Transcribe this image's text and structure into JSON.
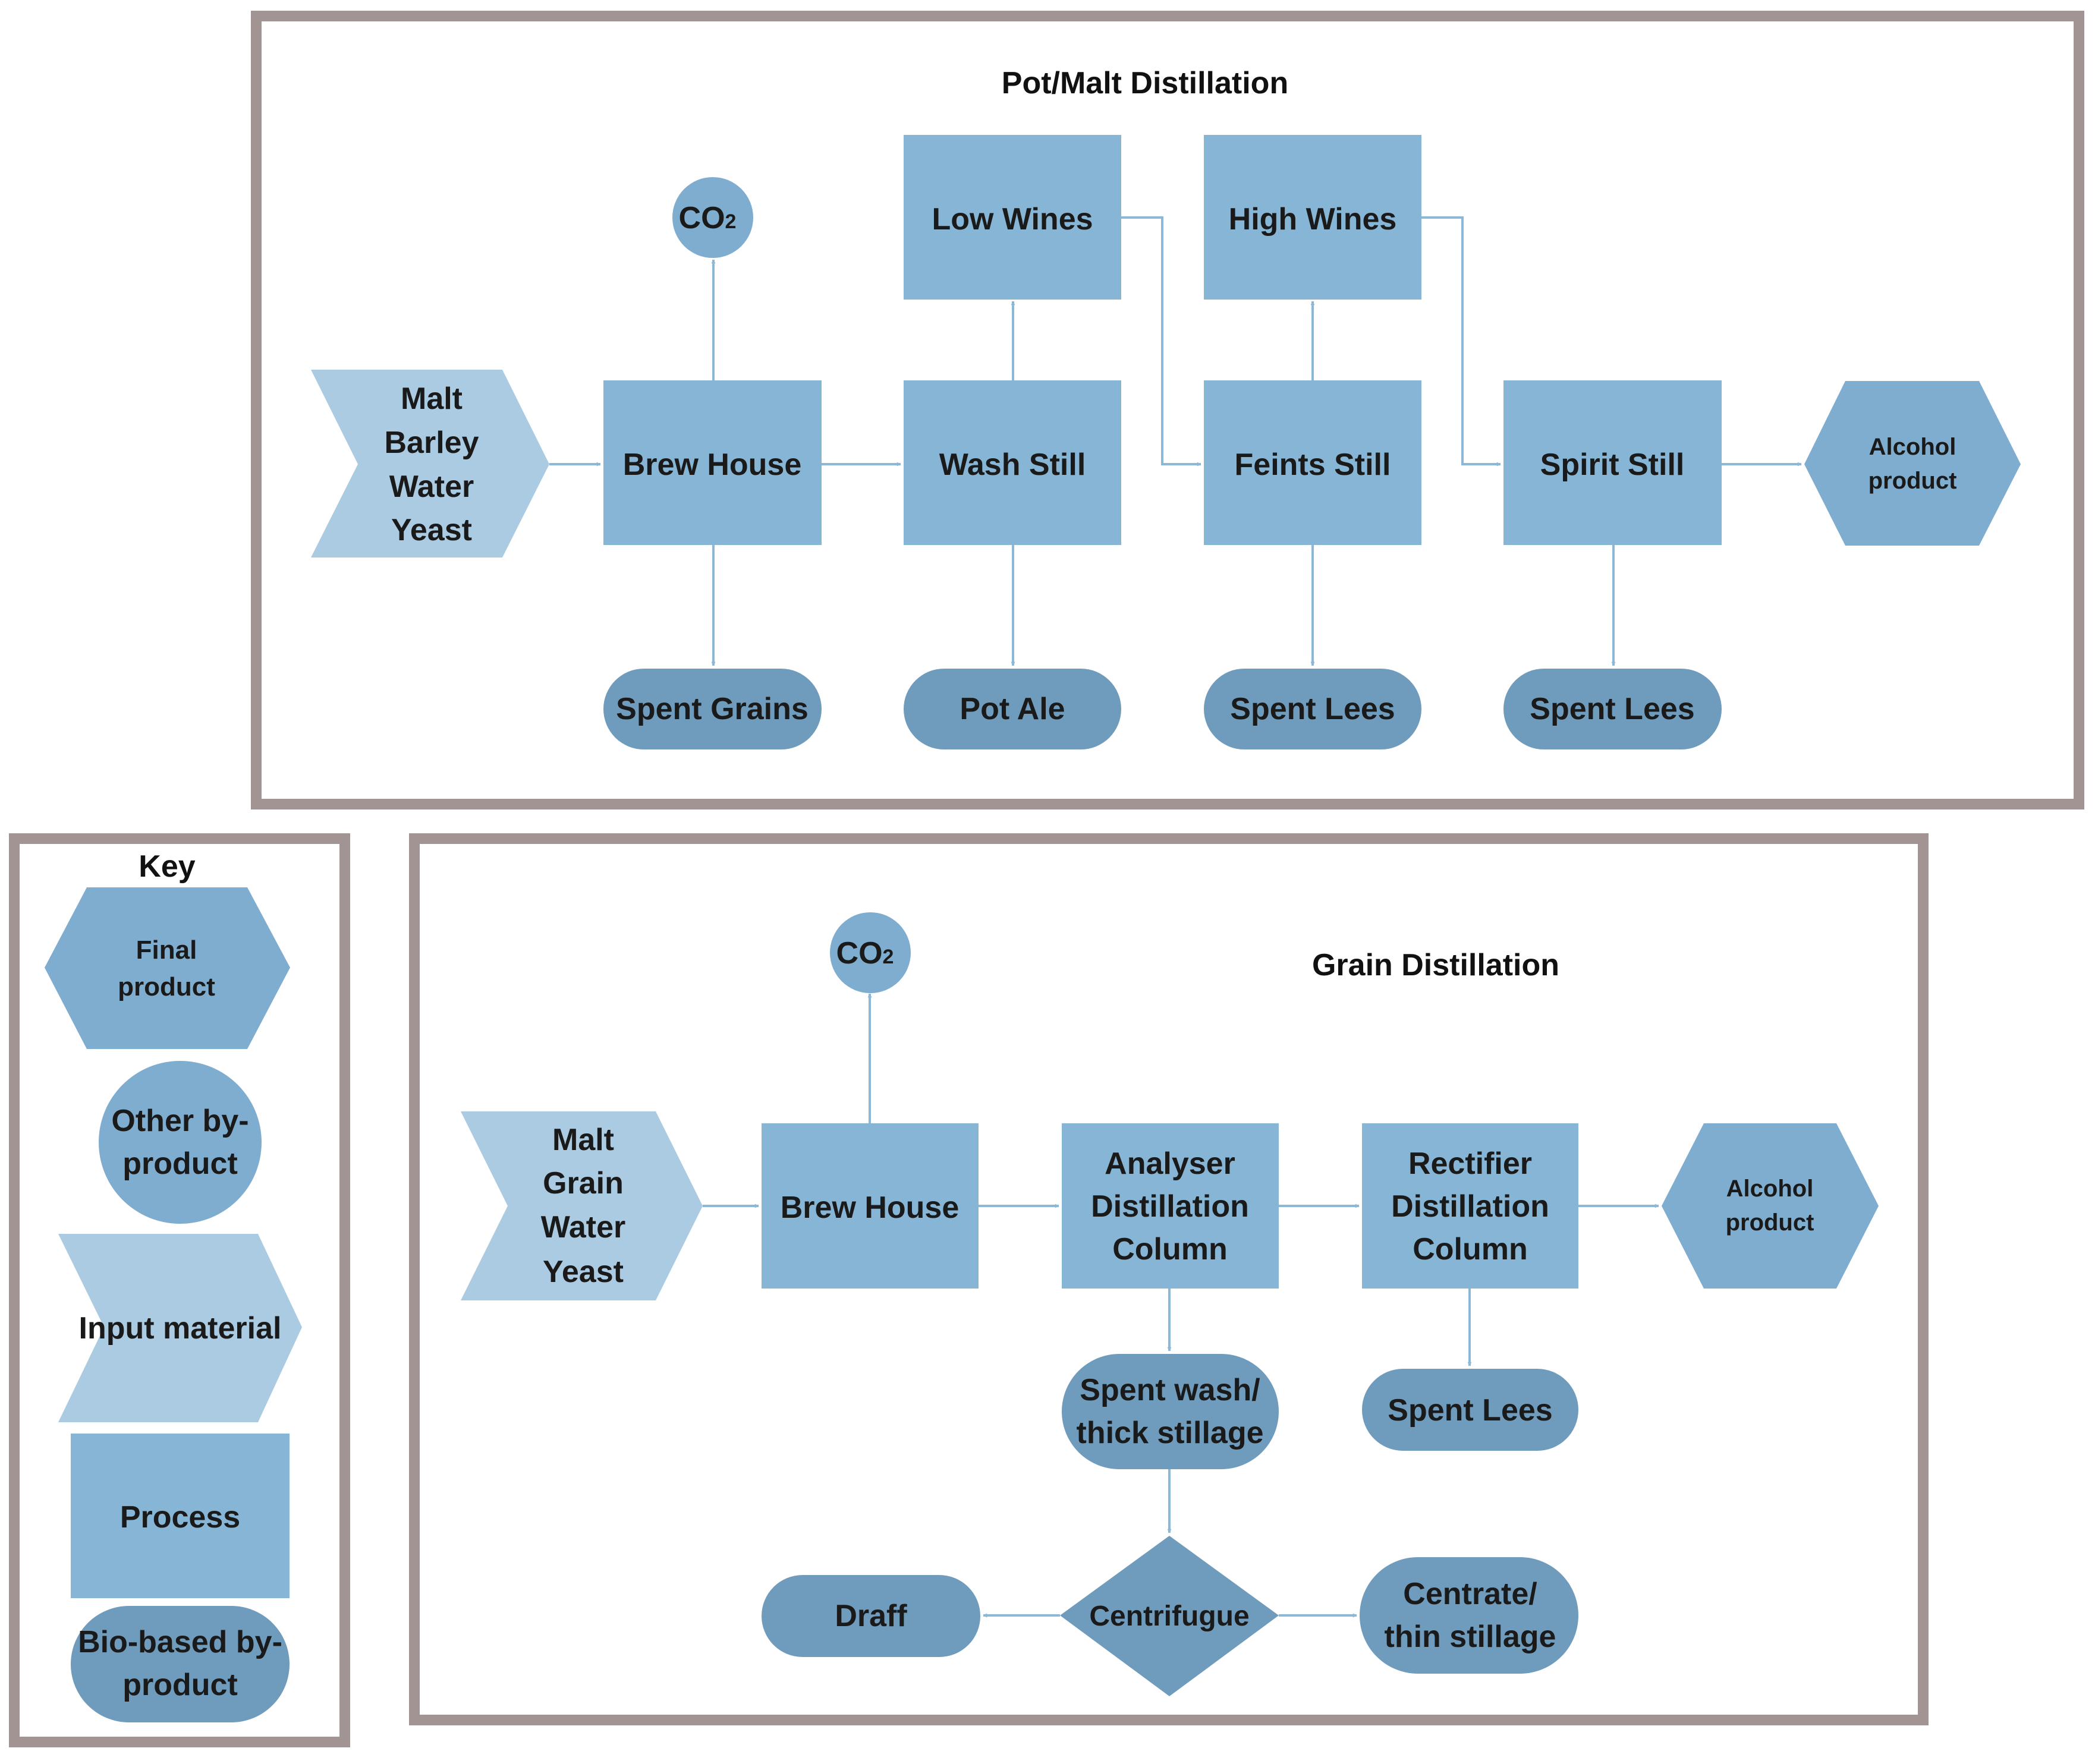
{
  "colors": {
    "frame": "#a39494",
    "process": "#86b5d5",
    "input": "#aacbe1",
    "final": "#7fadcf",
    "other": "#7fadcf",
    "biobased": "#6f9cbc",
    "decision": "#6f9cbc",
    "connector": "#8cb8d8"
  },
  "pot": {
    "title": "Pot/Malt Distillation",
    "input": [
      "Malt",
      "Barley",
      "Water",
      "Yeast"
    ],
    "co2": {
      "main": "CO",
      "sub": "2"
    },
    "brew_house": "Brew House",
    "wash_still": "Wash Still",
    "low_wines": "Low Wines",
    "feints_still": "Feints Still",
    "high_wines": "High Wines",
    "spirit_still": "Spirit Still",
    "alcohol": [
      "Alcohol",
      "product"
    ],
    "spent_grains": "Spent Grains",
    "pot_ale": "Pot Ale",
    "spent_lees_1": "Spent Lees",
    "spent_lees_2": "Spent Lees"
  },
  "grain": {
    "title": "Grain Distillation",
    "input": [
      "Malt",
      "Grain",
      "Water",
      "Yeast"
    ],
    "co2": {
      "main": "CO",
      "sub": "2"
    },
    "brew_house": "Brew House",
    "analyser": [
      "Analyser",
      "Distillation",
      "Column"
    ],
    "rectifier": [
      "Rectifier",
      "Distillation",
      "Column"
    ],
    "alcohol": [
      "Alcohol",
      "product"
    ],
    "spent_wash": [
      "Spent wash/",
      "thick stillage"
    ],
    "spent_lees": "Spent Lees",
    "centrifuge": "Centrifugue",
    "draff": "Draff",
    "centrate": [
      "Centrate/",
      "thin stillage"
    ]
  },
  "key": {
    "title": "Key",
    "final": [
      "Final",
      "product"
    ],
    "other": [
      "Other by-",
      "product"
    ],
    "input": "Input material",
    "process": "Process",
    "biobased": [
      "Bio-based by-",
      "product"
    ]
  }
}
